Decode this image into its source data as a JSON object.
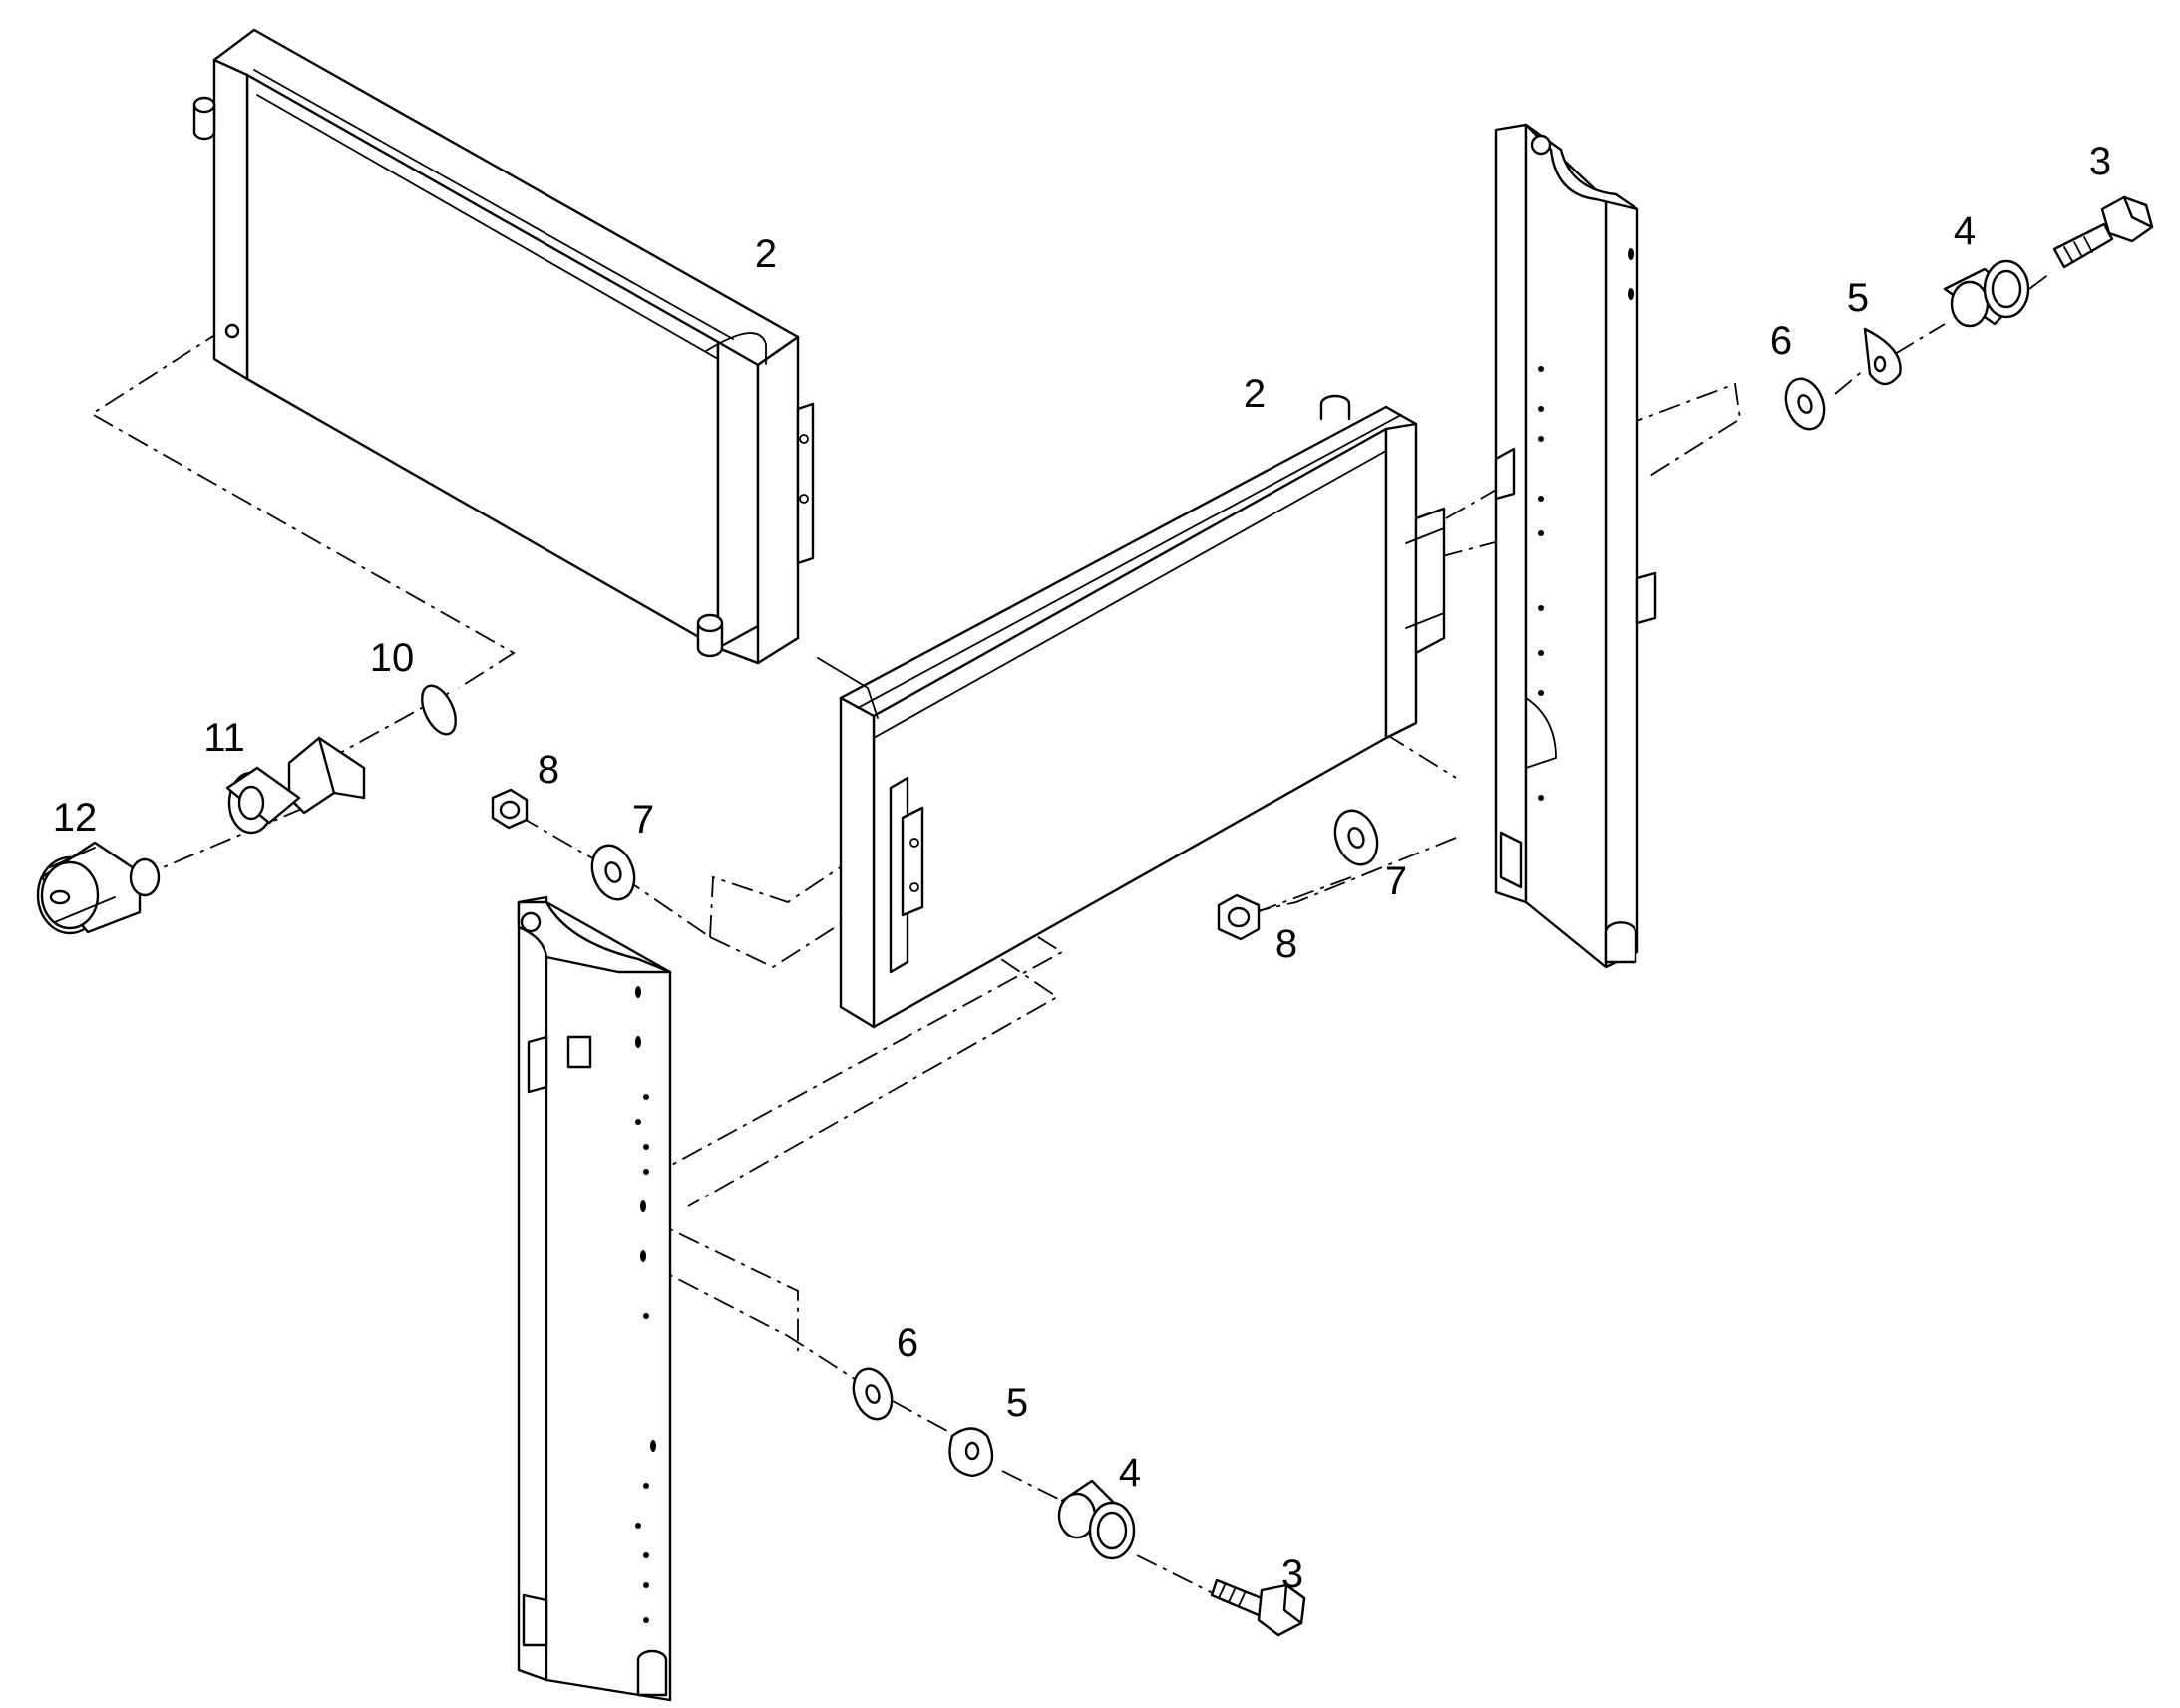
{
  "callouts": {
    "c2a": "2",
    "c2b": "2",
    "c3a": "3",
    "c3b": "3",
    "c4a": "4",
    "c4b": "4",
    "c5a": "5",
    "c5b": "5",
    "c6a": "6",
    "c6b": "6",
    "c7a": "7",
    "c7b": "7",
    "c8a": "8",
    "c8b": "8",
    "c10": "10",
    "c11": "11",
    "c12": "12"
  },
  "colors": {
    "line": "#000000",
    "background": "#ffffff"
  }
}
